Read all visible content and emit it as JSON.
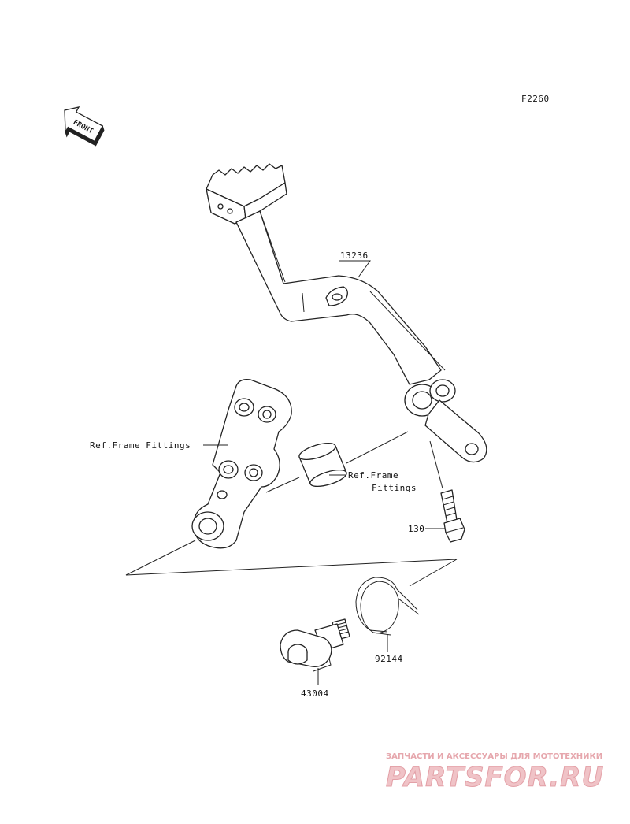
{
  "figure_code": "F2260",
  "front_arrow_label": "FRONT",
  "labels": {
    "pedal": "13236",
    "frame_fittings_left": "Ref.Frame Fittings",
    "frame_fittings_right_line1": "Ref.Frame",
    "frame_fittings_right_line2": "Fittings",
    "bolt": "130",
    "spring": "92144",
    "shaft": "43004"
  },
  "watermark": {
    "tagline": "ЗАПЧАСТИ И АКСЕССУАРЫ ДЛЯ МОТОТЕХНИКИ",
    "brand": "PARTSFOR.RU"
  }
}
